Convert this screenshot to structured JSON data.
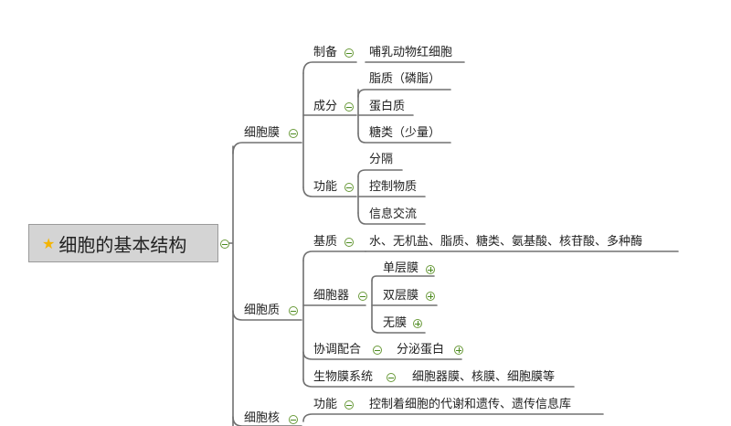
{
  "root": {
    "label": "细胞的基本结构"
  },
  "membrane": {
    "label": "细胞膜",
    "prep": {
      "label": "制备",
      "value": "哺乳动物红细胞"
    },
    "composition": {
      "label": "成分",
      "items": [
        "脂质（磷脂）",
        "蛋白质",
        "糖类（少量）"
      ]
    },
    "function": {
      "label": "功能",
      "items": [
        "分隔",
        "控制物质",
        "信息交流"
      ]
    }
  },
  "cytoplasm": {
    "label": "细胞质",
    "matrix": {
      "label": "基质",
      "value": "水、无机盐、脂质、糖类、氨基酸、核苷酸、多种酶"
    },
    "organelles": {
      "label": "细胞器",
      "items": [
        "单层膜",
        "双层膜",
        "无膜"
      ]
    },
    "coordination": {
      "label": "协调配合",
      "value": "分泌蛋白"
    },
    "biomembrane": {
      "label": "生物膜系统",
      "value": "细胞器膜、核膜、细胞膜等"
    }
  },
  "nucleus": {
    "label": "细胞核",
    "function": {
      "label": "功能",
      "value": "控制着细胞的代谢和遗传、遗传信息库"
    }
  },
  "colors": {
    "line": "#6f6f6f",
    "toggle": "#4a8a1e",
    "root_bg": "#d4d4d4",
    "star": "#f4b400"
  }
}
